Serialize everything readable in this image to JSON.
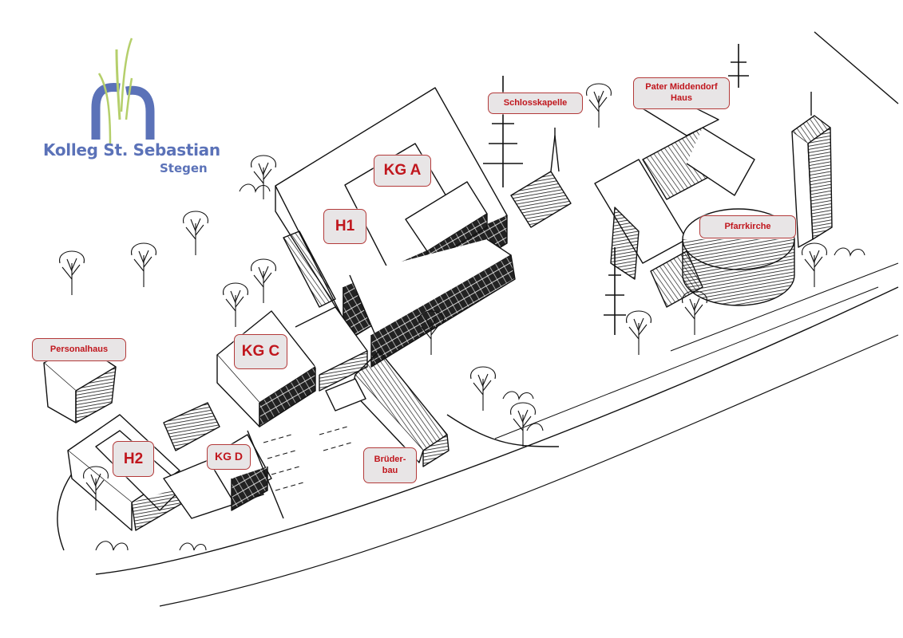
{
  "logo": {
    "name": "Kolleg St. Sebastian",
    "subtitle": "Stegen",
    "colors": {
      "arch": "#5b72b8",
      "reeds": "#b5cf6b"
    }
  },
  "labels": {
    "kg_a": "KG A",
    "h1": "H1",
    "schlosskapelle": "Schlosskapelle",
    "pater_middendorf": "Pater Middendorf Haus",
    "pfarrkirche": "Pfarrkirche",
    "personalhaus": "Personalhaus",
    "kg_c": "KG C",
    "h2": "H2",
    "kg_d": "KG D",
    "bruederbau": "Brüder-bau"
  },
  "colors": {
    "label_text": "#c0161d",
    "label_border": "#b33a3a",
    "label_fill": "#e8e5e6",
    "ink": "#111111"
  }
}
